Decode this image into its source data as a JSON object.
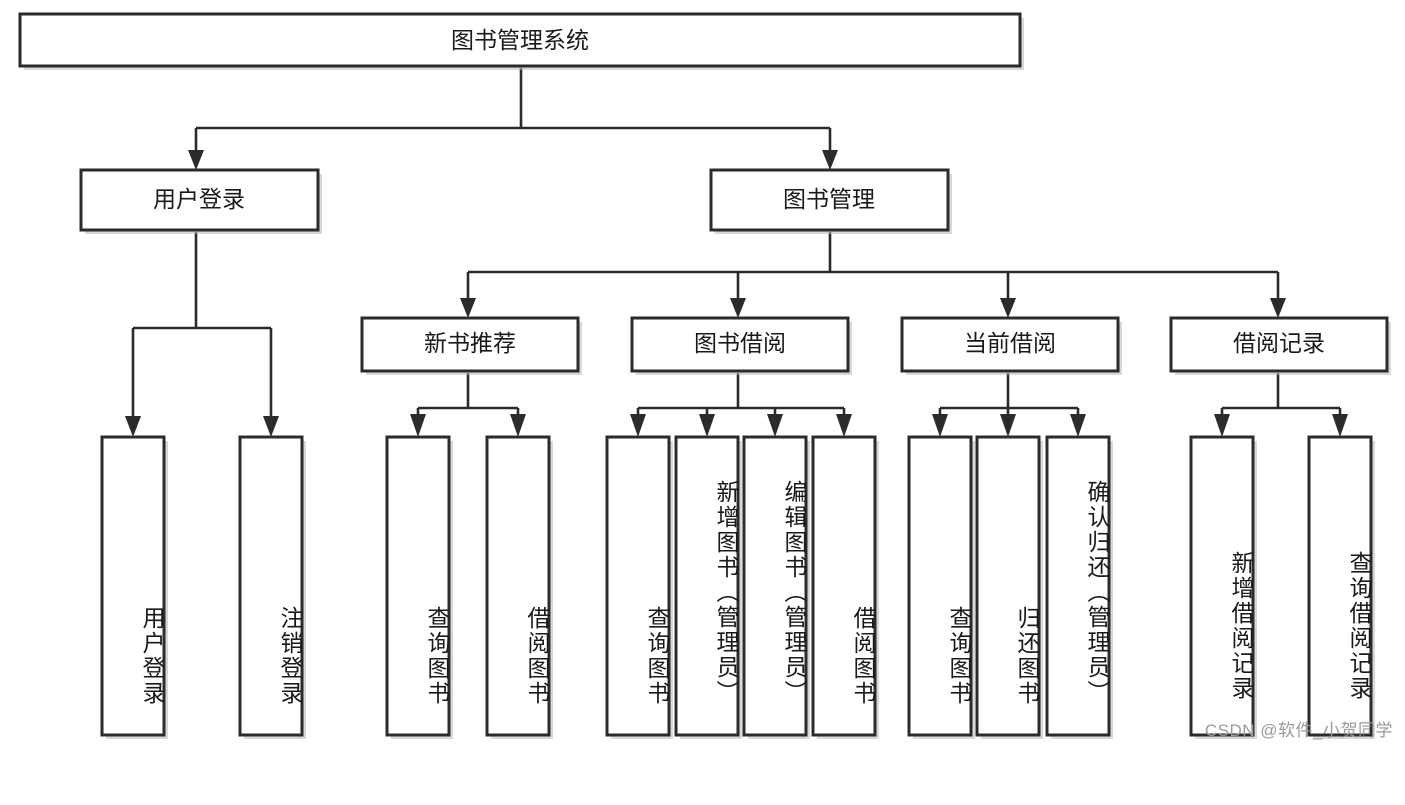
{
  "diagram": {
    "title": "图书管理系统",
    "type": "tree-hierarchy-diagram",
    "root": {
      "label": "图书管理系统",
      "id": "root"
    },
    "level2": [
      {
        "id": "user-login",
        "label": "用户登录"
      },
      {
        "id": "book-manage",
        "label": "图书管理"
      }
    ],
    "level3": [
      {
        "id": "new-book-recommend",
        "label": "新书推荐",
        "parent": "book-manage"
      },
      {
        "id": "book-borrow",
        "label": "图书借阅",
        "parent": "book-manage"
      },
      {
        "id": "current-borrow",
        "label": "当前借阅",
        "parent": "book-manage"
      },
      {
        "id": "borrow-record",
        "label": "借阅记录",
        "parent": "book-manage"
      }
    ],
    "leaves": {
      "user-login": [
        {
          "id": "leaf-user-login",
          "label": "用户登录"
        },
        {
          "id": "leaf-logout",
          "label": "注销登录"
        }
      ],
      "new-book-recommend": [
        {
          "id": "leaf-query-book-1",
          "label": "查询图书"
        },
        {
          "id": "leaf-borrow-book-1",
          "label": "借阅图书"
        }
      ],
      "book-borrow": [
        {
          "id": "leaf-query-book-2",
          "label": "查询图书"
        },
        {
          "id": "leaf-add-book",
          "label": "新增图书（管理员）"
        },
        {
          "id": "leaf-edit-book",
          "label": "编辑图书（管理员）"
        },
        {
          "id": "leaf-borrow-book-2",
          "label": "借阅图书"
        }
      ],
      "current-borrow": [
        {
          "id": "leaf-query-book-3",
          "label": "查询图书"
        },
        {
          "id": "leaf-return-book",
          "label": "归还图书"
        },
        {
          "id": "leaf-confirm-return",
          "label": "确认归还（管理员）"
        }
      ],
      "borrow-record": [
        {
          "id": "leaf-add-record",
          "label": "新增借阅记录"
        },
        {
          "id": "leaf-query-record",
          "label": "查询借阅记录"
        }
      ]
    }
  },
  "watermark": {
    "text": "CSDN @软件_小贺同学"
  },
  "colors": {
    "stroke": "#2b2b2b",
    "fill": "#ffffff",
    "text": "#1a1a1a",
    "watermark": "#9a9a9a",
    "shadow": "#b8b8b8"
  }
}
